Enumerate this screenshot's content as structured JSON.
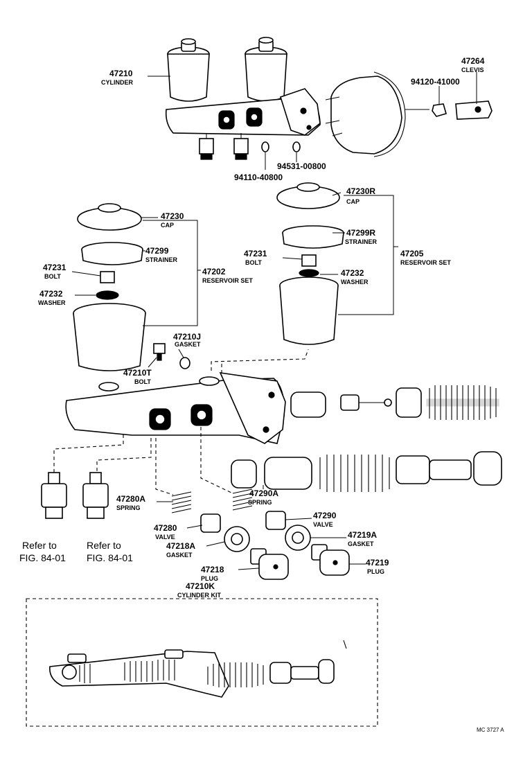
{
  "parts": {
    "p47210": {
      "number": "47210",
      "name": "CYLINDER"
    },
    "p47264": {
      "number": "47264",
      "name": "CLEVIS"
    },
    "p94120": {
      "number": "94120-41000"
    },
    "p94531": {
      "number": "94531-00800"
    },
    "p94110": {
      "number": "94110-40800"
    },
    "p47230R": {
      "number": "47230R",
      "name": "CAP"
    },
    "p47299R": {
      "number": "47299R",
      "name": "STRAINER"
    },
    "p47231_r": {
      "number": "47231",
      "name": "BOLT"
    },
    "p47232_r": {
      "number": "47232",
      "name": "WASHER"
    },
    "p47205": {
      "number": "47205",
      "name": "RESERVOIR SET"
    },
    "p47230": {
      "number": "47230",
      "name": "CAP"
    },
    "p47299": {
      "number": "47299",
      "name": "STRAINER"
    },
    "p47231_l": {
      "number": "47231",
      "name": "BOLT"
    },
    "p47232_l": {
      "number": "47232",
      "name": "WASHER"
    },
    "p47202": {
      "number": "47202",
      "name": "RESERVOIR SET"
    },
    "p47210J": {
      "number": "47210J",
      "name": "GASKET"
    },
    "p47210T": {
      "number": "47210T",
      "name": "BOLT"
    },
    "p47280A": {
      "number": "47280A",
      "name": "SPRING"
    },
    "p47280": {
      "number": "47280",
      "name": "VALVE"
    },
    "p47218A": {
      "number": "47218A",
      "name": "GASKET"
    },
    "p47218": {
      "number": "47218",
      "name": "PLUG"
    },
    "p47290A": {
      "number": "47290A",
      "name": "SPRING"
    },
    "p47290": {
      "number": "47290",
      "name": "VALVE"
    },
    "p47219A": {
      "number": "47219A",
      "name": "GASKET"
    },
    "p47219": {
      "number": "47219",
      "name": "PLUG"
    },
    "p47210K": {
      "number": "47210K",
      "name": "CYLINDER KIT"
    }
  },
  "refs": {
    "left": {
      "line1": "Refer to",
      "line2": "FIG. 84-01"
    },
    "right": {
      "line1": "Refer to",
      "line2": "FIG. 84-01"
    }
  },
  "drawing_code": "MC 3727 A"
}
